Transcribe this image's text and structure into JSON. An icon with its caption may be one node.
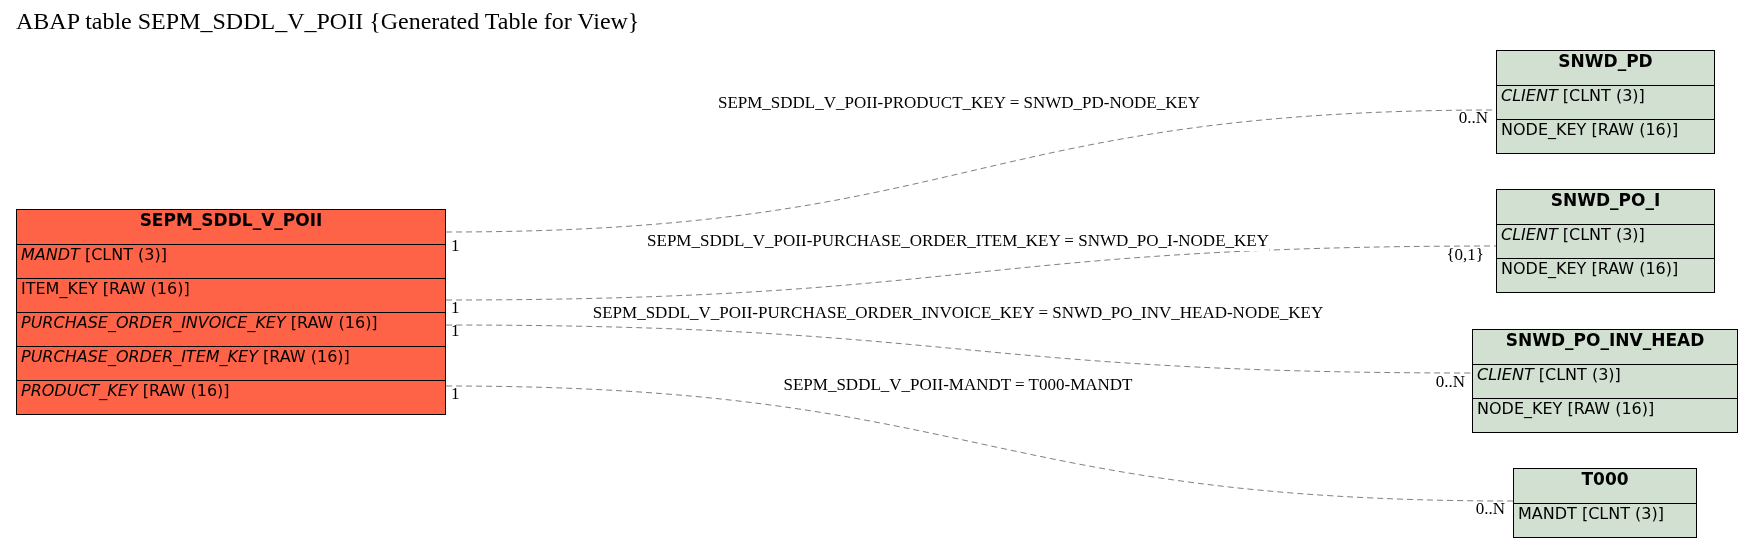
{
  "diagram": {
    "title": "ABAP table SEPM_SDDL_V_POII {Generated Table for View}",
    "nodes": [
      {
        "text": [
          "SEPM_SDDL_V_POII",
          "*MANDT* [CLNT (3)]",
          "ITEM_KEY [RAW (16)]",
          "*PURCHASE_ORDER_INVOICE_KEY* [RAW (16)]",
          "*PURCHASE_ORDER_ITEM_KEY* [RAW (16)]",
          "*PRODUCT_KEY* [RAW (16)]"
        ]
      },
      {
        "text": [
          "SNWD_PD",
          "*CLIENT* [CLNT (3)]",
          "NODE_KEY [RAW (16)]"
        ]
      },
      {
        "text": [
          "SNWD_PO_I",
          "*CLIENT* [CLNT (3)]",
          "NODE_KEY [RAW (16)]"
        ]
      },
      {
        "text": [
          "SNWD_PO_INV_HEAD",
          "*CLIENT* [CLNT (3)]",
          "NODE_KEY [RAW (16)]"
        ]
      },
      {
        "text": [
          "T000",
          "MANDT [CLNT (3)]"
        ]
      }
    ],
    "edges": [
      {
        "from": 0,
        "to": 1,
        "arrow": "none",
        "style": "dashed",
        "label": "SEPM_SDDL_V_POII-PRODUCT_KEY = SNWD_PD-NODE_KEY"
      },
      {
        "from": 0,
        "to": 2,
        "arrow": "none",
        "style": "dashed",
        "label": "SEPM_SDDL_V_POII-PURCHASE_ORDER_ITEM_KEY = SNWD_PO_I-NODE_KEY"
      },
      {
        "from": 0,
        "to": 3,
        "arrow": "none",
        "style": "dashed",
        "label": "SEPM_SDDL_V_POII-PURCHASE_ORDER_INVOICE_KEY = SNWD_PO_INV_HEAD-NODE_KEY"
      },
      {
        "from": 0,
        "to": 4,
        "arrow": "none",
        "style": "dashed",
        "label": "SEPM_SDDL_V_POII-MANDT = T000-MANDT"
      }
    ],
    "labels": [
      "0..N",
      "1",
      "{0,1}",
      "1",
      "1",
      "0..N",
      "1",
      "0..N"
    ]
  }
}
